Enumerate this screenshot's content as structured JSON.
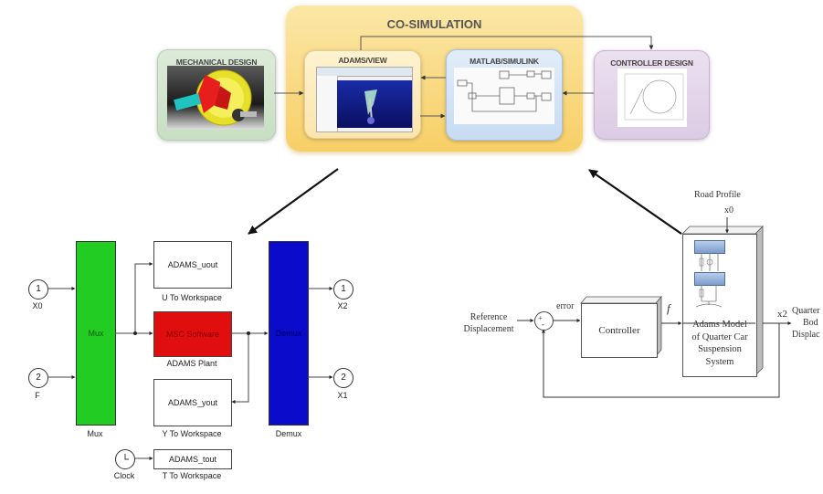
{
  "top": {
    "cosim_title": "CO-SIMULATION",
    "panels": {
      "mechanical": "MECHANICAL DESIGN",
      "adams_view": "ADAMS/VIEW",
      "matlab": "MATLAB/SIMULINK",
      "controller": "CONTROLLER DESIGN"
    }
  },
  "simulink": {
    "inputs": [
      {
        "number": "1",
        "label": "X0"
      },
      {
        "number": "2",
        "label": "F"
      }
    ],
    "outputs": [
      {
        "number": "1",
        "label": "X2"
      },
      {
        "number": "2",
        "label": "X1"
      }
    ],
    "mux": {
      "text": "Mux",
      "caption": "Mux"
    },
    "demux": {
      "text": "Demux",
      "caption": "Demux"
    },
    "plant": {
      "text": "MSC Software",
      "caption": "ADAMS Plant"
    },
    "workspace_blocks": [
      {
        "text": "ADAMS_uout",
        "caption": "U To Workspace"
      },
      {
        "text": "ADAMS_yout",
        "caption": "Y To Workspace"
      },
      {
        "text": "ADAMS_tout",
        "caption": "T To Workspace"
      }
    ],
    "clock": {
      "caption": "Clock"
    }
  },
  "loop": {
    "reference": [
      "Reference",
      "Displacement"
    ],
    "sum_plus": "+",
    "sum_minus": "-",
    "error": "error",
    "controller": "Controller",
    "force": "f",
    "road_profile": "Road Profile",
    "x0": "x0",
    "adams_model": [
      "Adams Model",
      "of Quarter Car",
      "Suspension",
      "System"
    ],
    "x2": "x2",
    "output": [
      "Quarter",
      "Bod",
      "Displac"
    ]
  },
  "colors": {
    "mux": "#22cc22",
    "demux": "#0b0bcc",
    "plant": "#e00e0e",
    "cosim": "#f7cf67",
    "mechanical": "#c8dfc3",
    "matlab": "#c8dbf2",
    "controller": "#dccbe4"
  }
}
